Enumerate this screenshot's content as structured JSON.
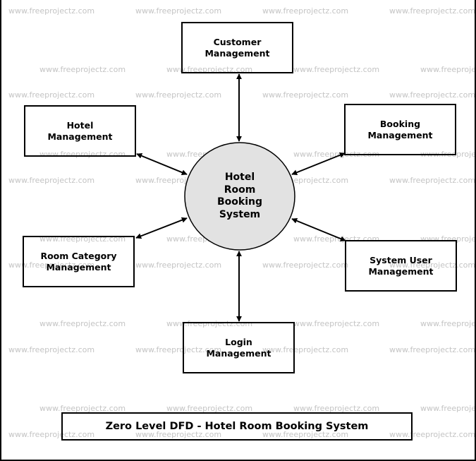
{
  "watermark": "www.freeprojectz.com",
  "diagram": {
    "center": {
      "label": "Hotel\nRoom\nBooking\nSystem",
      "fill": "#e2e2e2"
    },
    "entities": {
      "customer": "Customer\nManagement",
      "hotel": "Hotel\nManagement",
      "booking": "Booking\nManagement",
      "room_category": "Room Category\nManagement",
      "system_user": "System User\nManagement",
      "login": "Login\nManagement"
    },
    "caption": "Zero Level DFD - Hotel Room Booking System"
  }
}
